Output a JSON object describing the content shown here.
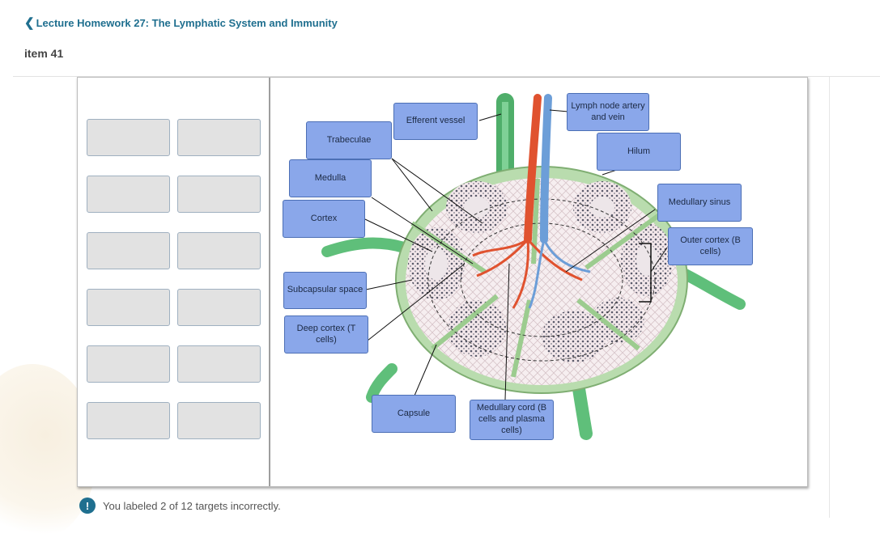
{
  "header": {
    "back_link": "Lecture Homework 27: The Lymphatic System and Immunity",
    "back_icon": "chevron-left-icon",
    "item_title": "item 41"
  },
  "label_bank": {
    "slot_count": 12
  },
  "diagram": {
    "labels": {
      "efferent_vessel": "Efferent vessel",
      "artery_vein": "Lymph node artery and vein",
      "trabeculae": "Trabeculae",
      "hilum": "Hilum",
      "medulla": "Medulla",
      "medullary_sinus": "Medullary sinus",
      "cortex": "Cortex",
      "outer_cortex": "Outer cortex (B cells)",
      "subcapsular_space": "Subcapsular space",
      "deep_cortex": "Deep cortex (T cells)",
      "capsule": "Capsule",
      "medullary_cord": "Medullary cord (B cells and plasma cells)"
    }
  },
  "feedback": {
    "icon": "exclamation-icon",
    "icon_glyph": "!",
    "message": "You labeled 2 of 12 targets incorrectly.",
    "color": "#1f6f8f"
  },
  "colors": {
    "tag_fill": "#8aa7ea",
    "tag_border": "#4c6fb5",
    "slot_fill": "#e2e2e2",
    "artery": "#e0522f",
    "vein": "#6c9ed8",
    "vessel_green": "#5fbf7a",
    "capsule_green": "#b9dcae"
  }
}
